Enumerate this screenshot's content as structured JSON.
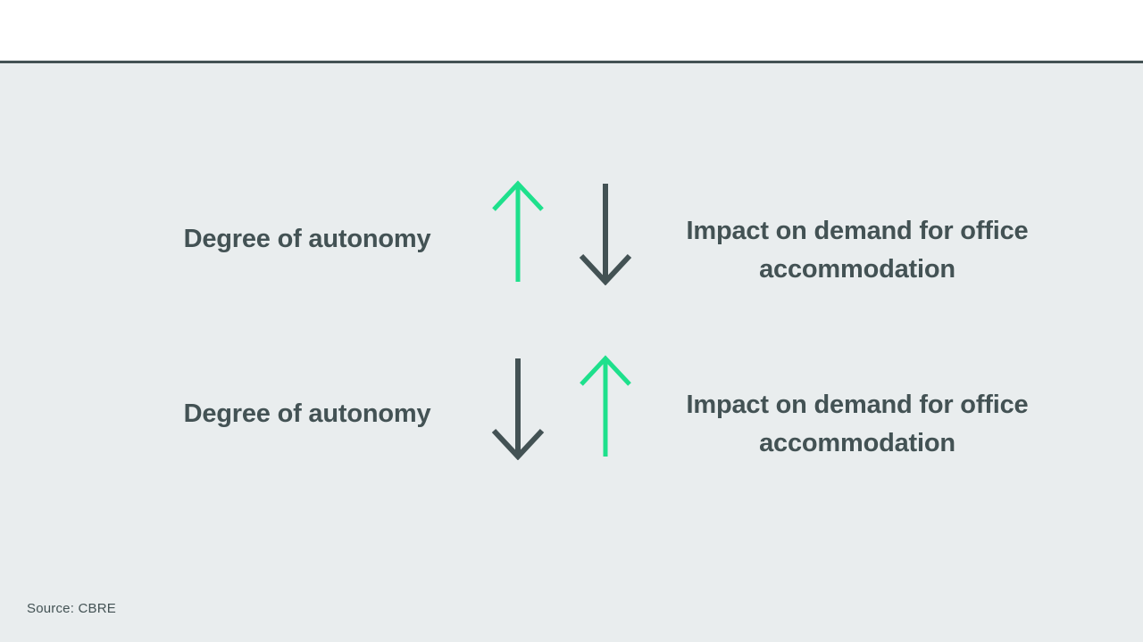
{
  "slide": {
    "rows": [
      {
        "left_label": "Degree of autonomy",
        "arrow_left": {
          "direction": "up",
          "color": "green"
        },
        "arrow_right": {
          "direction": "down",
          "color": "dark"
        },
        "right_label_line1": "Impact on demand for office",
        "right_label_line2": "accommodation"
      },
      {
        "left_label": "Degree of autonomy",
        "arrow_left": {
          "direction": "down",
          "color": "dark"
        },
        "arrow_right": {
          "direction": "up",
          "color": "green"
        },
        "right_label_line1": "Impact on demand for office",
        "right_label_line2": "accommodation"
      }
    ],
    "footer": {
      "source": "Source: CBRE"
    }
  },
  "colors": {
    "accent_green": "#1ee08c",
    "dark_slate": "#435254",
    "background": "#e9edee",
    "header_background": "#ffffff"
  }
}
